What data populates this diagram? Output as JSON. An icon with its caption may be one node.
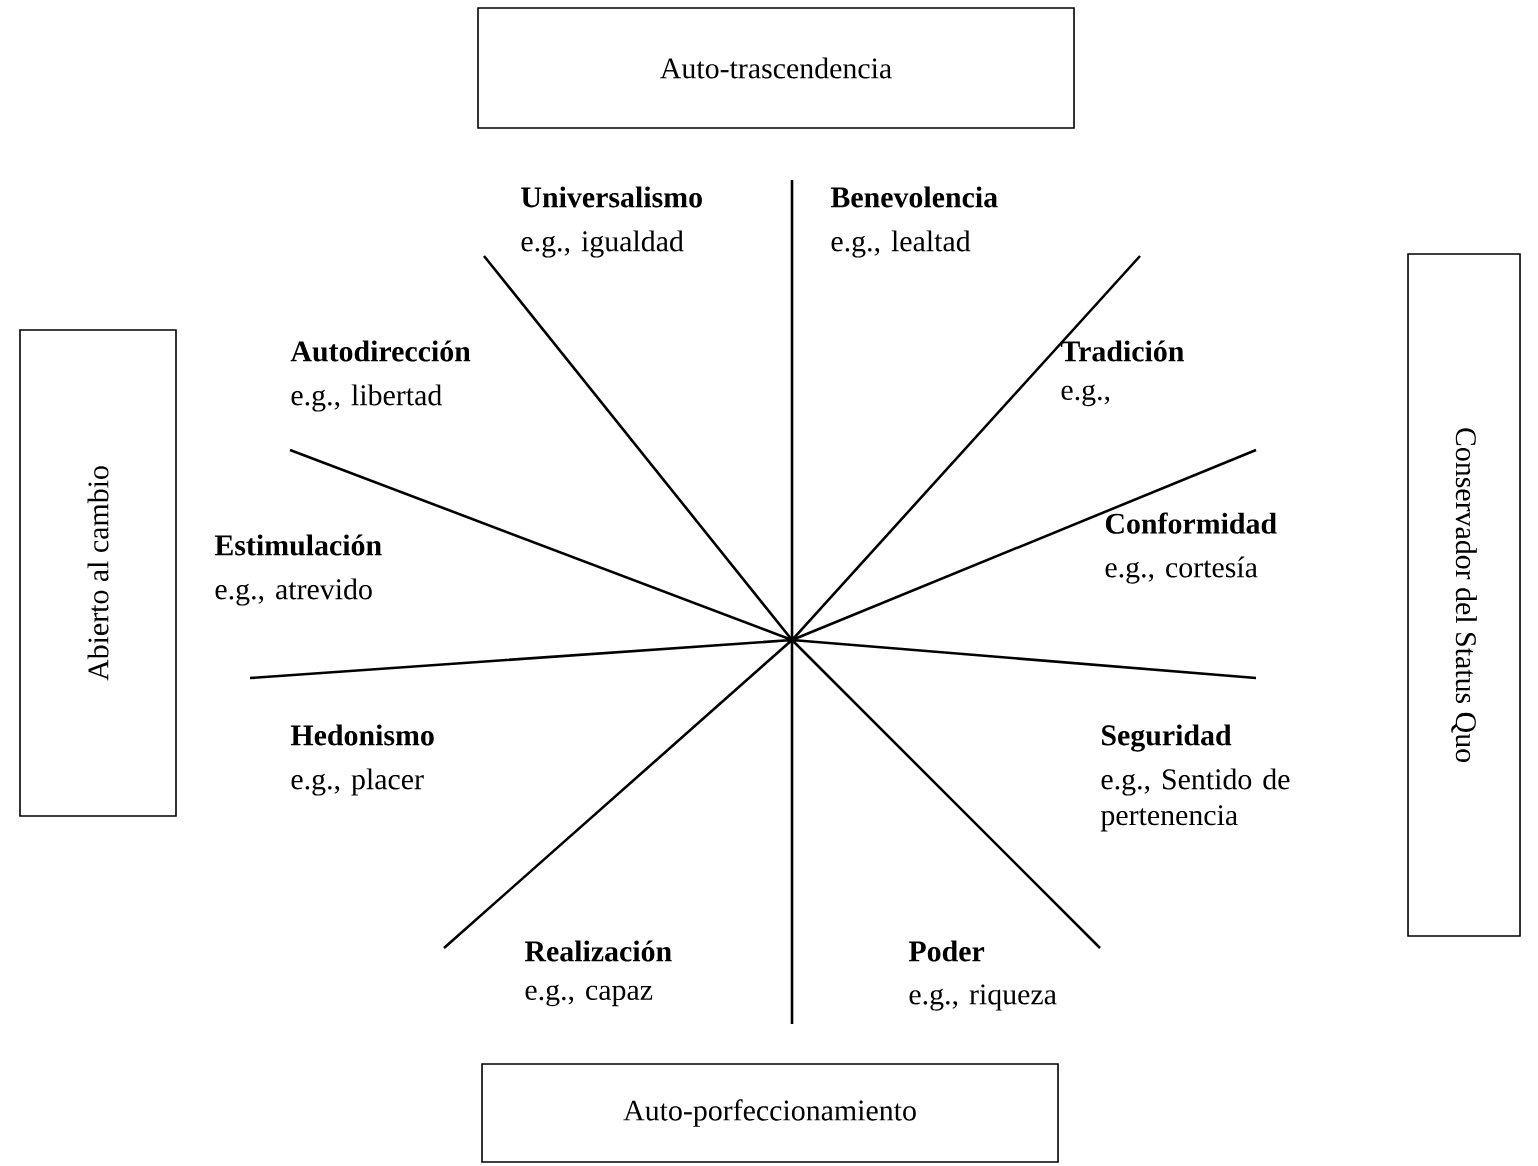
{
  "diagram": {
    "nodes": [
      {
        "text": [
          "Auto-trascendencia"
        ]
      },
      {
        "text": [
          "Abierto al cambio"
        ]
      },
      {
        "text": [
          "Conservador del Status Quo"
        ]
      },
      {
        "text": [
          "Auto-porfeccionamiento"
        ]
      }
    ],
    "labels": [
      "Universalismo",
      "e.g., igualdad",
      "Benevolencia",
      "e.g., lealtad",
      "Autodirección",
      "e.g., libertad",
      "Tradición",
      "e.g.,",
      "Conformidad",
      "e.g., cortesía",
      "Estimulación",
      "e.g., atrevido",
      "Hedonismo",
      "e.g., placer",
      "Seguridad",
      "e.g., Sentido de pertenencia",
      "Realización",
      "e.g., capaz",
      "Poder",
      "e.g., riqueza"
    ]
  }
}
